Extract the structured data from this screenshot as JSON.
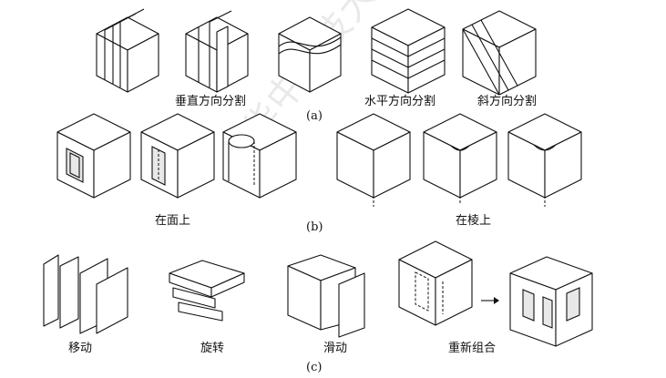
{
  "row_a": {
    "labels": [
      "垂直方向分割",
      "水平方向分割",
      "斜方向分割"
    ],
    "tag": "(a)"
  },
  "row_b": {
    "labels": [
      "在面上",
      "在棱上"
    ],
    "tag": "(b)"
  },
  "row_c": {
    "labels": [
      "移动",
      "旋转",
      "滑动",
      "重新组合"
    ],
    "tag": "(c)",
    "arrow_icon": "right-arrow-icon"
  },
  "watermark": "华中科技大学出版社"
}
